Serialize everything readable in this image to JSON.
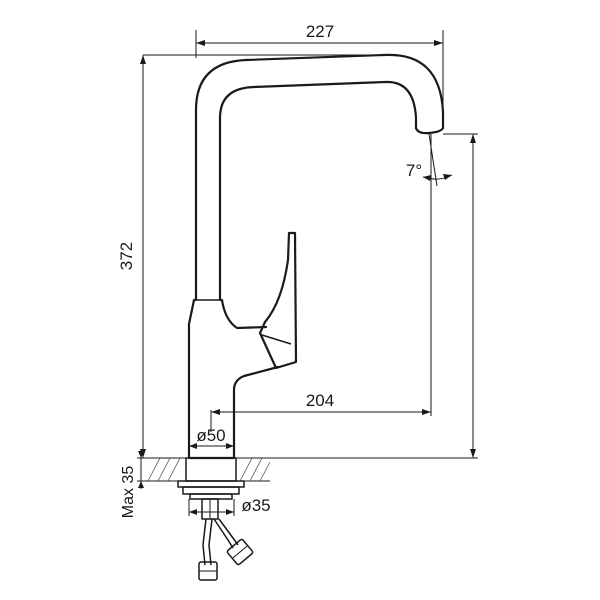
{
  "dimensions": {
    "overall_reach": "227",
    "overall_height": "372",
    "spout_projection": "204",
    "swivel_angle": "7°",
    "body_diameter": "ø50",
    "mounting_thickness": "Max 35",
    "mounting_hole_diameter": "ø35"
  }
}
